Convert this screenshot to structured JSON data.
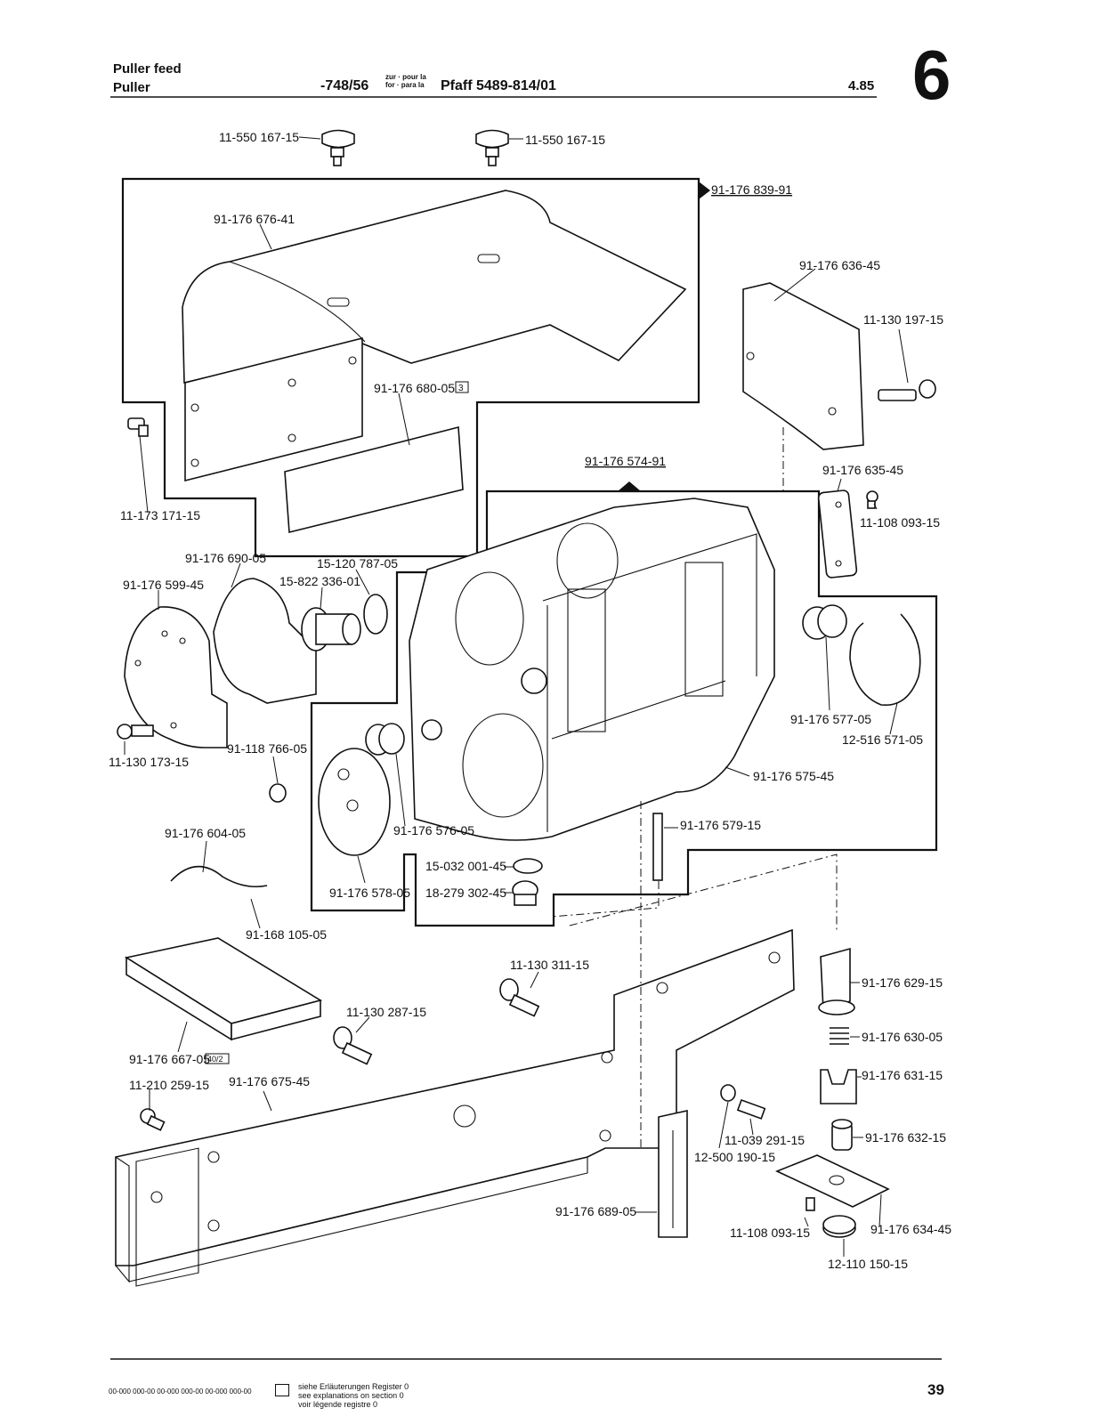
{
  "header": {
    "title_en": "Puller feed",
    "title_fr": "Puller",
    "ref_number": "-748/56",
    "for_text_1": "zur · pour la",
    "for_text_2": "for · para la",
    "model": "Pfaff 5489-814/01",
    "date": "4.85",
    "section": "6"
  },
  "callouts": {
    "p01": "11-550 167-15",
    "p02": "11-550 167-15",
    "p03": "91-176 839-91",
    "p04": "91-176 676-41",
    "p05": "91-176 636-45",
    "p06": "11-130 197-15",
    "p07": "91-176 680-05",
    "p07_box": "3",
    "p08": "11-173 171-15",
    "p09": "91-176 574-91",
    "p10": "91-176 635-45",
    "p11": "11-108 093-15",
    "p12": "91-176 690-05",
    "p13": "15-120 787-05",
    "p14": "91-176 599-45",
    "p15": "15-822 336-01",
    "p16": "91-176 577-05",
    "p17": "12-516 571-05",
    "p18": "11-130 173-15",
    "p19": "91-118 766-05",
    "p20": "91-176 575-45",
    "p21": "91-176 576-05",
    "p22": "91-176 579-15",
    "p23": "91-176 604-05",
    "p24": "15-032 001-45",
    "p25": "18-279 302-45",
    "p26": "91-176 578-05",
    "p27": "91-168 105-05",
    "p28": "11-130 311-15",
    "p29": "91-176 629-15",
    "p30": "11-130 287-15",
    "p31": "91-176 630-05",
    "p32": "91-176 667-05",
    "p32_box": "40/2",
    "p33": "91-176 631-15",
    "p34": "11-210 259-15",
    "p35": "91-176 675-45",
    "p36": "11-039 291-15",
    "p37": "12-500 190-15",
    "p38": "91-176 632-15",
    "p39": "91-176 689-05",
    "p40": "11-108 093-15",
    "p41": "91-176 634-45",
    "p42": "12-110 150-15"
  },
  "footer": {
    "legend_codes": "00-000 000-00   00-000 000-00   00-000 000-00",
    "legend_de": "siehe Erläuterungen Register 0",
    "legend_en": "see explanations on section 0",
    "legend_fr": "voir légende registre 0",
    "page": "39"
  }
}
